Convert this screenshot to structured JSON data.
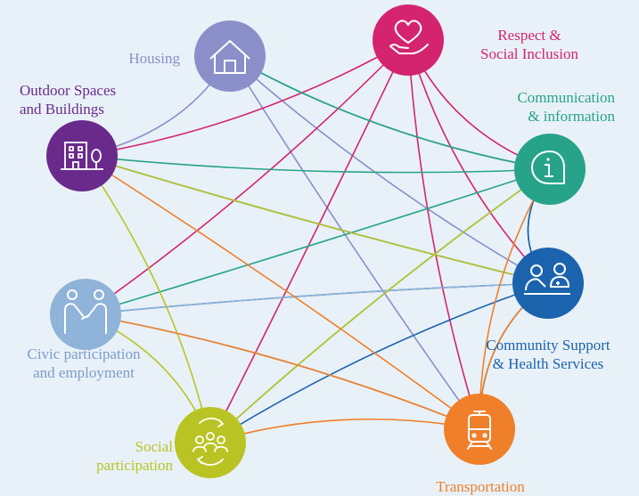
{
  "colors": {
    "background": "#e8f1f7",
    "housing": "#8a8fca",
    "outdoor": "#6a2a8c",
    "respect": "#d4246f",
    "communication": "#27a38a",
    "community": "#1b63ad",
    "civic": "#8fb3d9",
    "social": "#b9c424",
    "transportation": "#f07f2a"
  },
  "nodes": [
    {
      "id": "housing",
      "icon": "house-icon",
      "label_lines": [
        "Housing"
      ]
    },
    {
      "id": "outdoor",
      "icon": "building-tree-icon",
      "label_lines": [
        "Outdoor Spaces",
        "and Buildings"
      ]
    },
    {
      "id": "respect",
      "icon": "heart-in-hand-icon",
      "label_lines": [
        "Respect &",
        "Social Inclusion"
      ]
    },
    {
      "id": "communication",
      "icon": "info-speech-bubble-icon",
      "label_lines": [
        "Communication",
        "& information"
      ]
    },
    {
      "id": "community",
      "icon": "people-health-icon",
      "label_lines": [
        "Community Support",
        "& Health Services"
      ]
    },
    {
      "id": "civic",
      "icon": "handshake-icon",
      "label_lines": [
        "Civic participation",
        "and employment"
      ]
    },
    {
      "id": "social",
      "icon": "group-cycle-icon",
      "label_lines": [
        "Social",
        "participation"
      ]
    },
    {
      "id": "transportation",
      "icon": "train-icon",
      "label_lines": [
        "Transportation"
      ]
    }
  ],
  "connections": [
    {
      "from": "housing",
      "to": "outdoor",
      "color": "housing"
    },
    {
      "from": "housing",
      "to": "communication",
      "color": "housing"
    },
    {
      "from": "housing",
      "to": "community",
      "color": "housing"
    },
    {
      "from": "housing",
      "to": "transportation",
      "color": "housing"
    },
    {
      "from": "respect",
      "to": "outdoor",
      "color": "respect"
    },
    {
      "from": "respect",
      "to": "civic",
      "color": "respect"
    },
    {
      "from": "respect",
      "to": "social",
      "color": "respect"
    },
    {
      "from": "respect",
      "to": "transportation",
      "color": "respect"
    },
    {
      "from": "respect",
      "to": "community",
      "color": "respect"
    },
    {
      "from": "respect",
      "to": "communication",
      "color": "respect"
    },
    {
      "from": "communication",
      "to": "outdoor",
      "color": "communication"
    },
    {
      "from": "communication",
      "to": "civic",
      "color": "communication"
    },
    {
      "from": "communication",
      "to": "social",
      "color": "communication"
    },
    {
      "from": "communication",
      "to": "housing",
      "color": "communication"
    },
    {
      "from": "communication",
      "to": "community",
      "color": "communication"
    },
    {
      "from": "community",
      "to": "outdoor",
      "color": "community"
    },
    {
      "from": "community",
      "to": "civic",
      "color": "community"
    },
    {
      "from": "community",
      "to": "social",
      "color": "community"
    },
    {
      "from": "community",
      "to": "transportation",
      "color": "community"
    },
    {
      "from": "community",
      "to": "communication",
      "color": "community"
    },
    {
      "from": "civic",
      "to": "community",
      "color": "civic"
    },
    {
      "from": "civic",
      "to": "transportation",
      "color": "civic"
    },
    {
      "from": "civic",
      "to": "social",
      "color": "social"
    },
    {
      "from": "outdoor",
      "to": "social",
      "color": "social"
    },
    {
      "from": "outdoor",
      "to": "community",
      "color": "social"
    },
    {
      "from": "social",
      "to": "communication",
      "color": "social"
    },
    {
      "from": "transportation",
      "to": "outdoor",
      "color": "transportation"
    },
    {
      "from": "transportation",
      "to": "civic",
      "color": "transportation"
    },
    {
      "from": "transportation",
      "to": "social",
      "color": "transportation"
    },
    {
      "from": "transportation",
      "to": "communication",
      "color": "transportation"
    },
    {
      "from": "transportation",
      "to": "community",
      "color": "transportation"
    }
  ]
}
